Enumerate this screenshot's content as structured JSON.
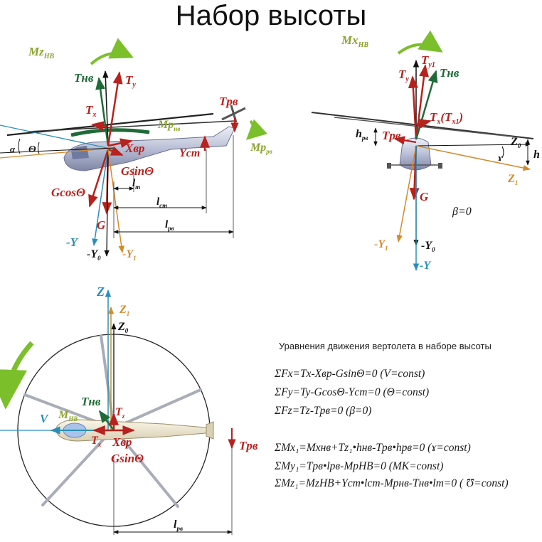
{
  "title": "Набор высоты",
  "colors": {
    "red": "#b8211d",
    "green": "#1f6b37",
    "olive": "#8aa52e",
    "orange": "#d38b2a",
    "blue": "#2a8fb8",
    "black": "#111111"
  },
  "side_view": {
    "mz": "Mz",
    "mz_sub": "НВ",
    "tnv": "Tнв",
    "ty": "T",
    "ty_sub": "y",
    "tx": "T",
    "tx_sub": "x",
    "trv": "Tрв",
    "mp": "Mp",
    "mp_sub": "нв",
    "mp_rv": "Mp",
    "mp_rv_sub": "рв",
    "alpha": "α",
    "theta": "Θ",
    "xvr": "Xвр",
    "gsin": "GsinΘ",
    "ycm": "Yст",
    "gcos": "GcosΘ",
    "lt": "l",
    "lt_sub": "т",
    "lcm": "l",
    "lcm_sub": "ст",
    "lrv": "l",
    "lrv_sub": "рв",
    "g": "G",
    "minus_y": "-Y",
    "minus_y0": "-Y",
    "y0_sub": "0",
    "minus_y1": "-Y",
    "y1_sub": "1"
  },
  "front_view": {
    "mx": "Mx",
    "mx_sub": "НВ",
    "ty1": "T",
    "ty1_sub": "y1",
    "ty": "T",
    "ty_sub": "y",
    "tnv": "Tнв",
    "tx": "T",
    "tx_sub": "x",
    "tx1": "(T",
    "tx1_sub": "x1",
    "tx1_end": ")",
    "hrv": "h",
    "hrv_sub": "рв",
    "trv": "Tрв",
    "z0": "Z",
    "z0_sub": "0",
    "h": "h",
    "gamma": "ɤ",
    "z1": "Z",
    "z1_sub": "1",
    "g": "G",
    "beta": "β=0",
    "minus_y1": "-Y",
    "y1_sub": "1",
    "minus_y0": "-Y",
    "y0_sub": "0",
    "minus_y": "-Y"
  },
  "top_view": {
    "z": "Z",
    "z1": "Z",
    "z1_sub": "1",
    "z0": "Z",
    "z0_sub": "0",
    "tnv": "Tнв",
    "tz": "T",
    "tz_sub": "z",
    "v": "V",
    "m": "M",
    "m_sub": "НВ",
    "tx": "T",
    "tx_sub": "x",
    "xvr": "Xвр",
    "gsin": "GsinΘ",
    "trv": "Tрв",
    "lrv": "l",
    "lrv_sub": "рв"
  },
  "equations": {
    "title": "Уравнения движения вертолета в наборе высоты",
    "lines": [
      "ΣFx=Tx-Xвр-GsinΘ=0 (V=const)",
      "ΣFy=Ty-GcosΘ-Yст=0 (Θ=const)",
      "ΣFz=Tz-Tрв=0 (β=0)",
      "ΣMx₁=Mxнв+Tz₁•hнв-Tрв•hрв=0 (ɤ=const)",
      "ΣMy₁=Tрв•lрв-MpНВ=0 (МК=const)",
      "ΣMz₁=MzНВ+Yст•lст-Mpнв-Tнв•lт=0 ( Ʊ=const)"
    ]
  }
}
